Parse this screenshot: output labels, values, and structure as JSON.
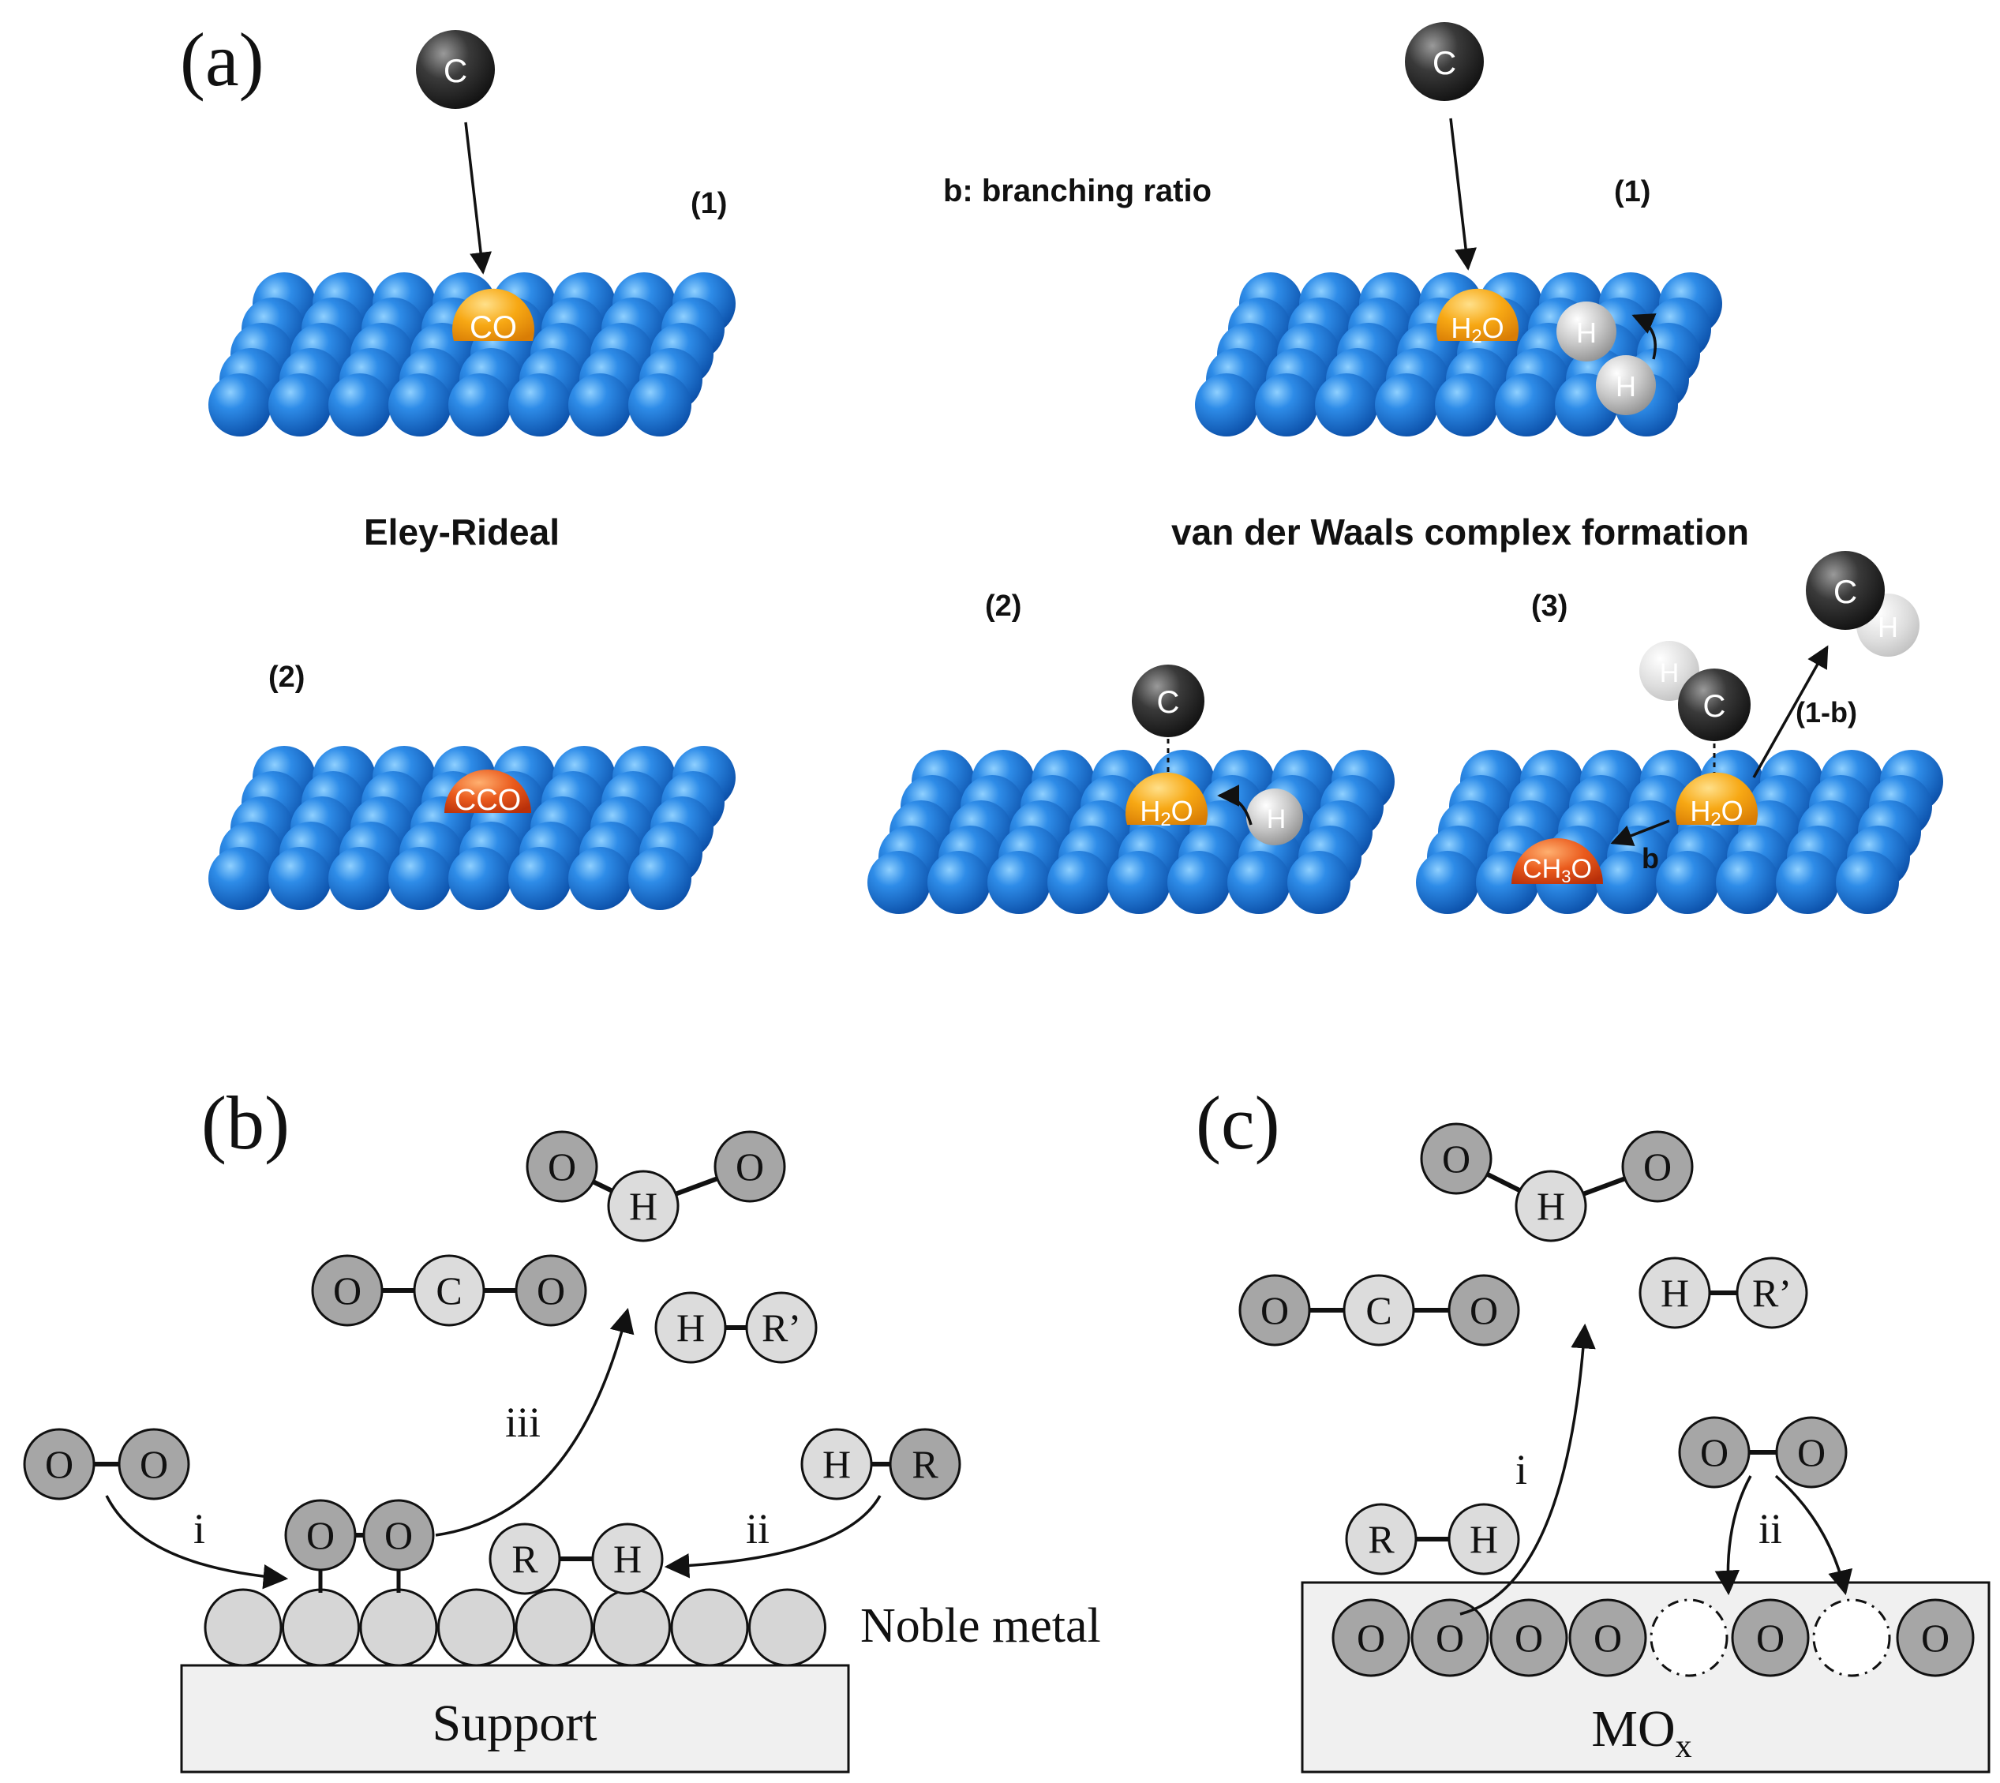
{
  "panel_a": {
    "label": "(a)",
    "branching_note": "b: branching ratio",
    "eley_rideal": {
      "title": "Eley-Rideal",
      "step1": "(1)",
      "step2": "(2)",
      "incoming": "C",
      "adsorbate1": "CO",
      "adsorbate2": "CCO"
    },
    "vdw": {
      "title": "van der Waals complex formation",
      "step1": "(1)",
      "step2": "(2)",
      "step3": "(3)",
      "incoming": "C",
      "water_prefix": "H",
      "water_sub": "2",
      "water_suffix": "O",
      "hydrogen": "H",
      "methoxy_prefix": "CH",
      "methoxy_sub": "3",
      "methoxy_suffix": "O",
      "branch_b": "b",
      "branch_1b": "(1-b)",
      "product_c": "C",
      "product_h": "H"
    }
  },
  "panel_b": {
    "label": "(b)",
    "o": "O",
    "h": "H",
    "c": "C",
    "r": "R",
    "r_prime": "R’",
    "step_i": "i",
    "step_ii": "ii",
    "step_iii": "iii",
    "noble_metal": "Noble metal",
    "support": "Support"
  },
  "panel_c": {
    "label": "(c)",
    "o": "O",
    "h": "H",
    "c": "C",
    "r": "R",
    "r_prime": "R’",
    "step_i": "i",
    "step_ii": "ii",
    "mox_main": "MO",
    "mox_sub": "x"
  },
  "colors": {
    "surface_blue": "#1a78d8",
    "adsorbate_orange": "#f5a516",
    "adsorbate_red": "#e0501a",
    "carbon_dark": "#2b2b2b",
    "hydrogen_grey": "#bdbdbd",
    "atom_dark_grey": "#a9a9a9",
    "atom_light_grey": "#d9d9d9"
  }
}
